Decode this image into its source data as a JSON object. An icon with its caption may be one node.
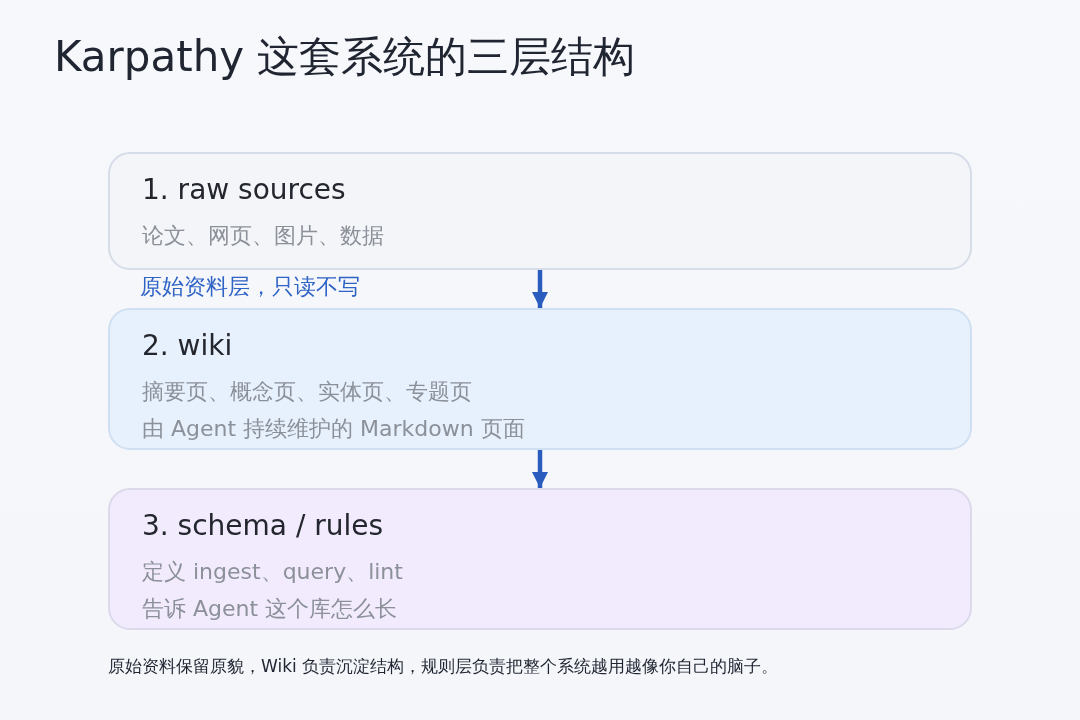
{
  "diagram": {
    "title": "Karpathy 这套系统的三层结构",
    "nodes": [
      {
        "text": [
          "1. raw sources",
          "论文、网页、图片、数据"
        ],
        "beside": [
          "原始资料层，只读不写"
        ]
      },
      {
        "text": [
          "2. wiki",
          "摘要页、概念页、实体页、专题页",
          "由 Agent 持续维护的 Markdown 页面"
        ]
      },
      {
        "text": [
          "3. schema / rules",
          "定义 ingest、query、lint",
          "告诉 Agent 这个库怎么长"
        ]
      }
    ],
    "edges": [
      {
        "from": 0,
        "to": 1,
        "arrow": "to"
      },
      {
        "from": 1,
        "to": 2,
        "arrow": "to"
      }
    ],
    "caption": "原始资料保留原貌，Wiki 负责沉淀结构，规则层负责把整个系统越用越像你自己的脑子。"
  }
}
